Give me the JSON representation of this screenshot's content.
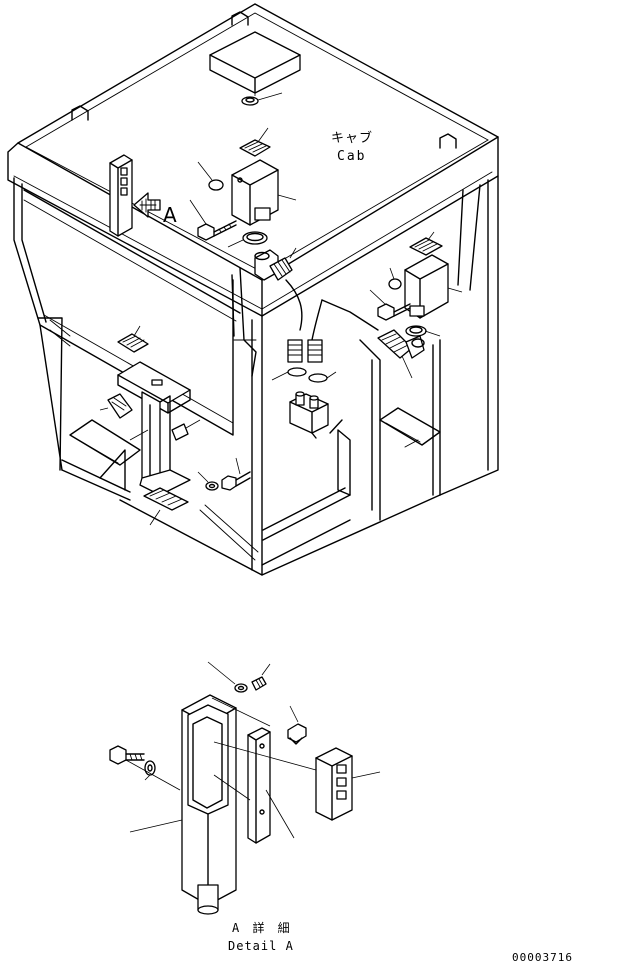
{
  "labels": {
    "cab_jp": "キャブ",
    "cab_en": "Cab",
    "view_arrow": "A",
    "detail_jp": "A 詳 細",
    "detail_en": "Detail A",
    "drawing_number": "00003716"
  }
}
